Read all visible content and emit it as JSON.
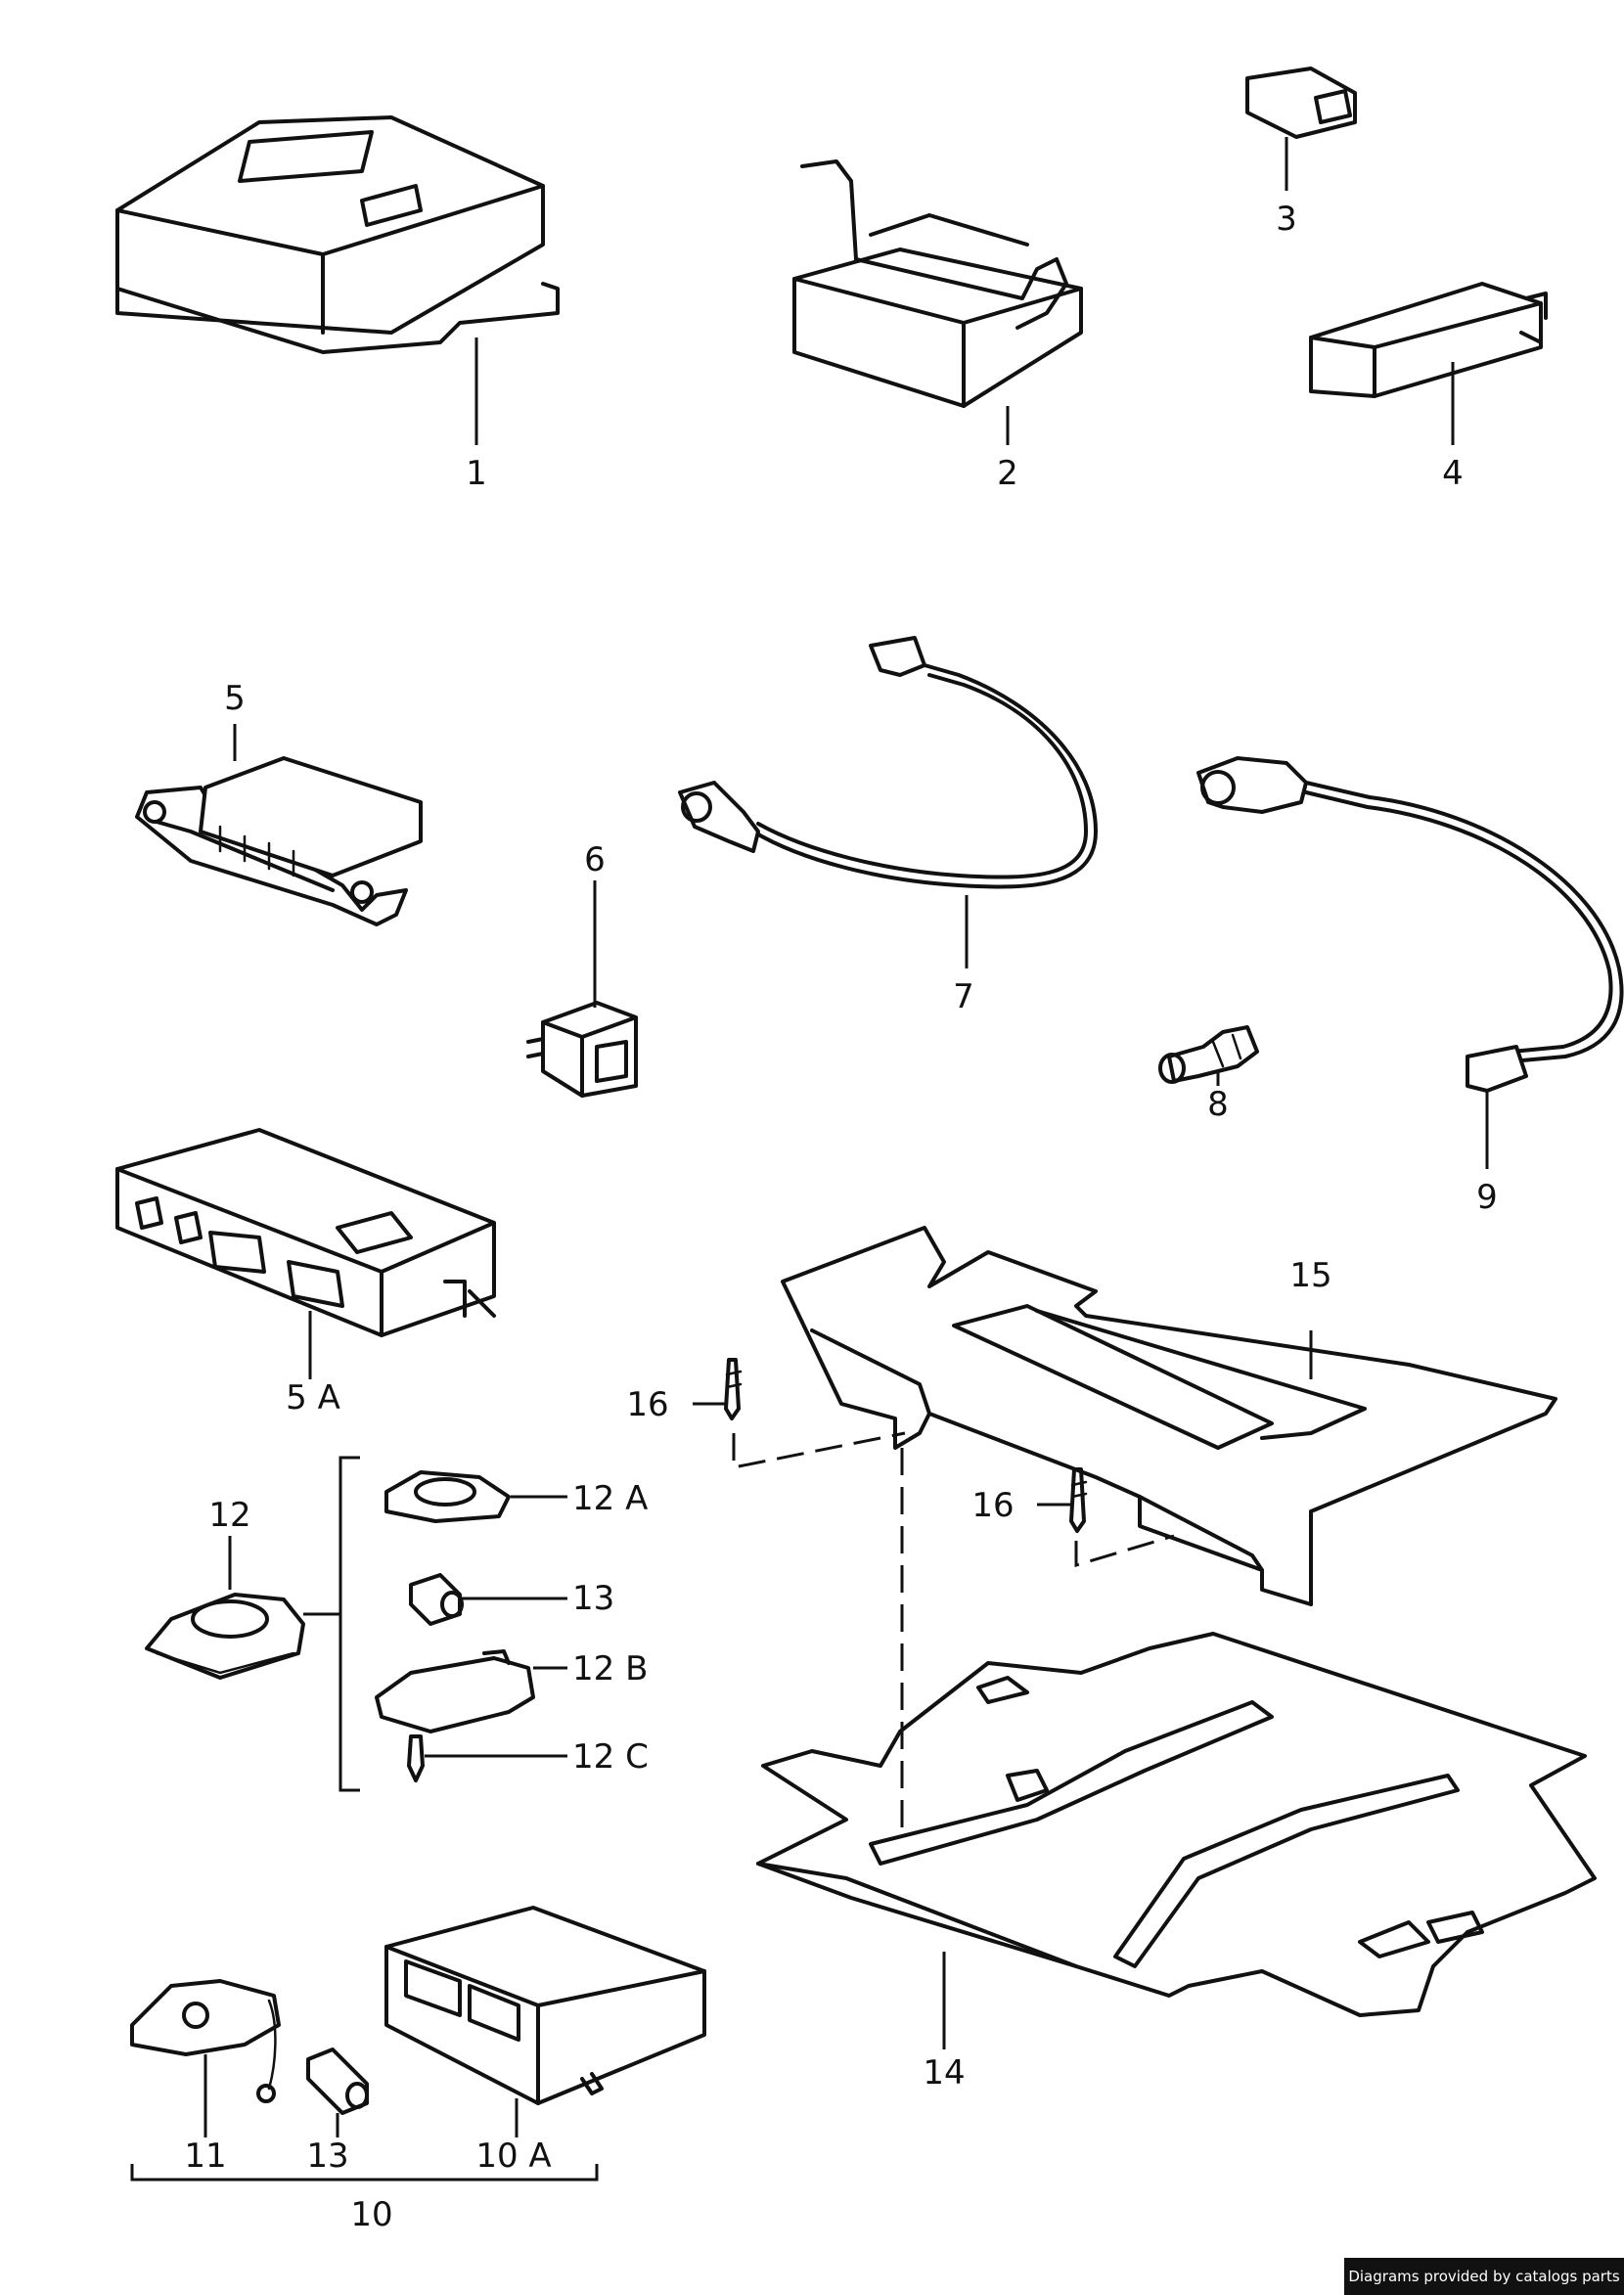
{
  "callouts": {
    "c1": "1",
    "c2": "2",
    "c3": "3",
    "c4": "4",
    "c5": "5",
    "c5a": "5 A",
    "c6": "6",
    "c7": "7",
    "c8": "8",
    "c9": "9",
    "c10": "10",
    "c10a": "10 A",
    "c11": "11",
    "c12": "12",
    "c12a": "12 A",
    "c12b": "12 B",
    "c12c": "12 C",
    "c13a": "13",
    "c13b": "13",
    "c14": "14",
    "c15": "15",
    "c16a": "16",
    "c16b": "16"
  },
  "footer": {
    "credit": "Diagrams provided by catalogs parts"
  }
}
